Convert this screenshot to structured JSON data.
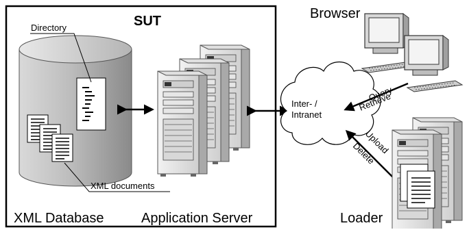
{
  "labels": {
    "sut": "SUT",
    "directory": "Directory",
    "xml_documents": "XML documents",
    "xml_database": "XML Database",
    "application_server": "Application Server",
    "browser": "Browser",
    "network": "Inter- /\nIntranet",
    "query": "Query",
    "retrieve": "Retrieve",
    "upload": "Upload",
    "delete": "Delete",
    "loader": "Loader"
  }
}
